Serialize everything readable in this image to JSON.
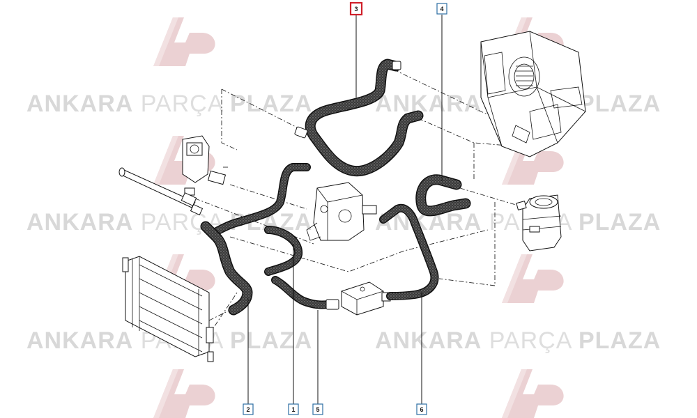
{
  "watermark": {
    "brand_bold_1": "ANKARA",
    "brand_light": "PARÇA",
    "brand_bold_2": "PLAZA",
    "logo_color": "#e8c9cb",
    "text_color": "#d8d8d8"
  },
  "callouts": [
    {
      "id": "1",
      "label": "1",
      "highlighted": false
    },
    {
      "id": "2",
      "label": "2",
      "highlighted": false
    },
    {
      "id": "3",
      "label": "3",
      "highlighted": true
    },
    {
      "id": "4",
      "label": "4",
      "highlighted": false
    },
    {
      "id": "5",
      "label": "5",
      "highlighted": false
    },
    {
      "id": "6",
      "label": "6",
      "highlighted": false
    }
  ],
  "colors": {
    "callout_border": "#2d6fa3",
    "callout_highlight": "#d0202a",
    "line_art": "#111111"
  }
}
